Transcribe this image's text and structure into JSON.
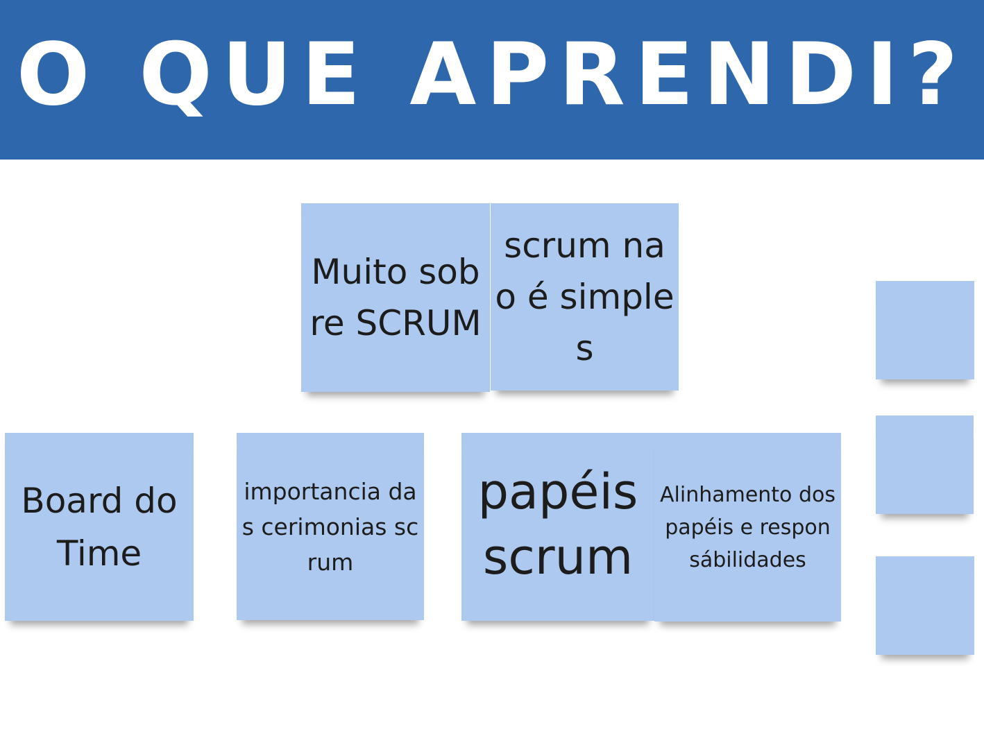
{
  "banner": {
    "title": "O QUE APRENDI?",
    "background": "#2f67ad",
    "text_color": "#ffffff"
  },
  "note_color": "#adc9ef",
  "notes": [
    {
      "text": "Muito sobre SCRUM"
    },
    {
      "text": "scrum nao é simples"
    },
    {
      "text": "Board do Time"
    },
    {
      "text": "importancia das cerimonias scrum"
    },
    {
      "text": "papéis scrum"
    },
    {
      "text": "Alinhamento dos papéis e responsábilidades"
    },
    {
      "text": ""
    },
    {
      "text": ""
    },
    {
      "text": ""
    }
  ]
}
